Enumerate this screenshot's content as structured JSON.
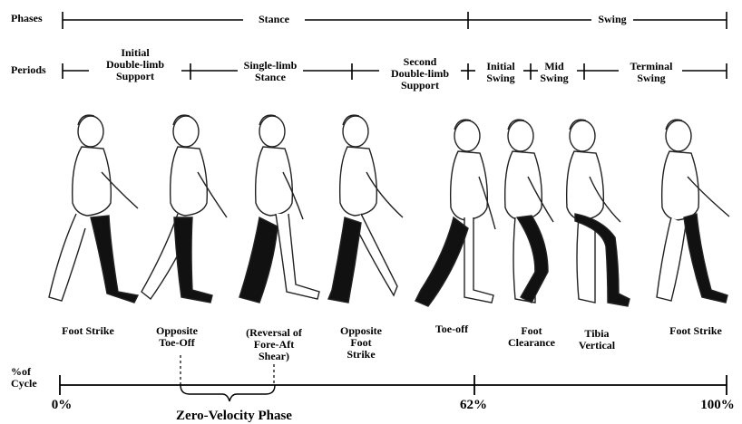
{
  "rows": {
    "phases_label": "Phases",
    "periods_label": "Periods",
    "cycle_label": "%of\nCycle"
  },
  "phases": [
    {
      "name": "Stance"
    },
    {
      "name": "Swing"
    }
  ],
  "periods": [
    {
      "name": "Initial\nDouble-limb\nSupport"
    },
    {
      "name": "Single-limb\nStance"
    },
    {
      "name": "Second\nDouble-limb\nSupport"
    },
    {
      "name": "Initial\nSwing"
    },
    {
      "name": "Mid\nSwing"
    },
    {
      "name": "Terminal\nSwing"
    }
  ],
  "events": [
    {
      "label": "Foot Strike"
    },
    {
      "label": "Opposite\nToe-Off"
    },
    {
      "label": "(Reversal of\nFore-Aft\nShear)"
    },
    {
      "label": "Opposite\nFoot\nStrike"
    },
    {
      "label": "Toe-off"
    },
    {
      "label": "Foot\nClearance"
    },
    {
      "label": "Tibia\nVertical"
    },
    {
      "label": "Foot Strike"
    }
  ],
  "cycle_ticks": [
    {
      "label": "0%",
      "value": 0
    },
    {
      "label": "62%",
      "value": 62
    },
    {
      "label": "100%",
      "value": 100
    }
  ],
  "zero_velocity": {
    "label": "Zero-Velocity Phase"
  }
}
